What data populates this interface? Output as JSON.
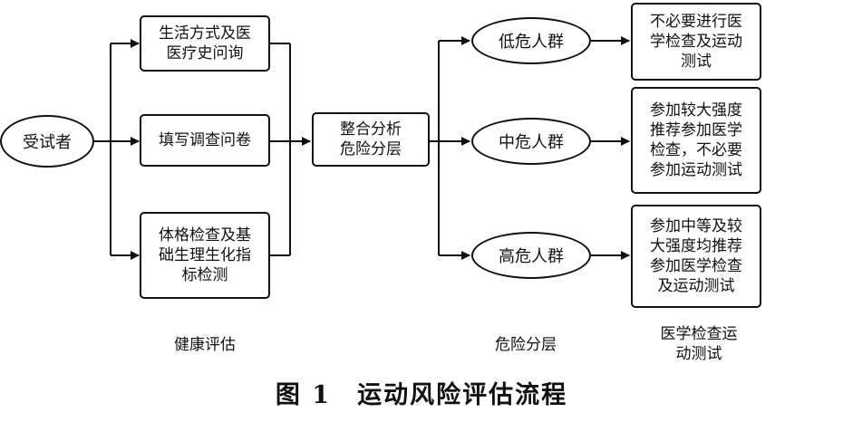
{
  "subject": "受试者",
  "assessment": {
    "lifestyle": "生活方式及医\n医疗史问询",
    "questionnaire": "填写调查问卷",
    "physical": "体格检查及基\n础生理生化指\n标检测"
  },
  "integrate": "整合分析\n危险分层",
  "risk_groups": {
    "low": "低危人群",
    "medium": "中危人群",
    "high": "高危人群"
  },
  "recommendations": {
    "low": "不必要进行医\n学检查及运动\n测试",
    "medium": "参加较大强度\n推荐参加医学\n检查，不必要\n参加运动测试",
    "high": "参加中等及较\n大强度均推荐\n参加医学检查\n及运动测试"
  },
  "section_labels": {
    "health": "健康评估",
    "risk": "危险分层",
    "exam": "医学检查运\n动测试"
  },
  "caption": "图 1　运动风险评估流程"
}
